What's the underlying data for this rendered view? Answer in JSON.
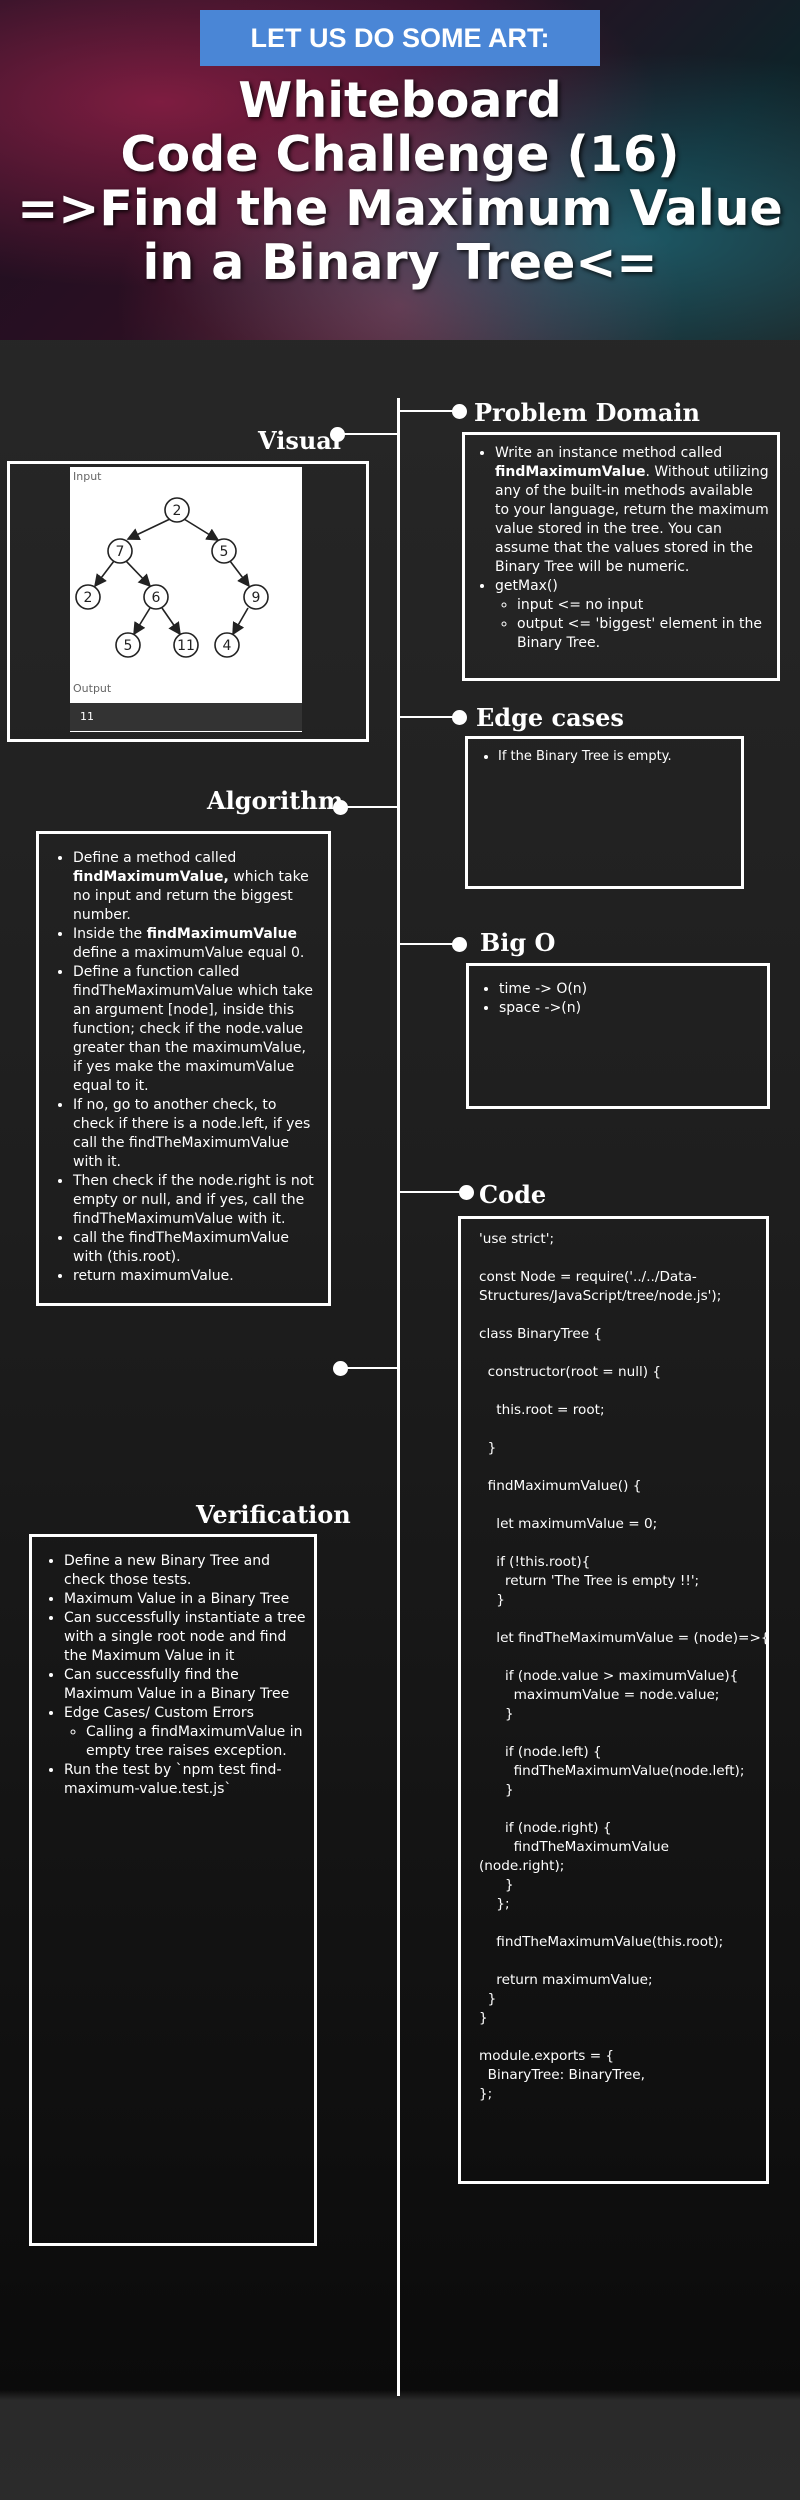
{
  "banner": "LET US DO SOME ART:",
  "title_lines": [
    "Whiteboard",
    "Code Challenge (16)",
    "=>Find the Maximum Value",
    "in a Binary Tree<="
  ],
  "sections": {
    "visual": "Visual",
    "problem_domain": "Problem Domain",
    "edge_cases": "Edge cases",
    "algorithm": "Algorithm",
    "big_o": "Big O",
    "code": "Code",
    "verification": "Verification"
  },
  "visual": {
    "input_label": "Input",
    "output_label": "Output",
    "output_value": "11",
    "nodes": [
      "2",
      "7",
      "5",
      "2",
      "6",
      "9",
      "5",
      "11",
      "4"
    ]
  },
  "problem_domain": {
    "item1_pre": "Write an instance method called ",
    "item1_bold": "findMaximumValue",
    "item1_post": ". Without utilizing any of the built-in methods available to your language, return the maximum value stored in the tree. You can assume that the values stored in the Binary Tree will be numeric.",
    "item2": "getMax()",
    "sub1": "input <= no input",
    "sub2": "output <= 'biggest' element in the Binary Tree."
  },
  "edge_cases": {
    "item1": "If the Binary Tree is empty."
  },
  "algorithm": {
    "a1_pre": "Define a method called ",
    "a1_bold": "findMaximumValue,",
    "a1_post": " which take no input and return the biggest number.",
    "a2_pre": "Inside the ",
    "a2_bold": "findMaximumValue",
    "a2_post": " define a maximumValue equal 0.",
    "a3": "Define a function called findTheMaximumValue which take an argument [node], inside this function; check if the node.value greater than the maximumValue, if yes make the maximumValue equal to it.",
    "a4": "If no, go to another check, to check if there is a node.left, if yes call the findTheMaximumValue with it.",
    "a5": "Then check if the node.right is not empty or null, and if yes, call the findTheMaximumValue with it.",
    "a6": "call the findTheMaximumValue with (this.root).",
    "a7": "return  maximumValue."
  },
  "big_o": {
    "time": "time -> O(n)",
    "space": "space ->(n)"
  },
  "code_text": "'use strict';\n\nconst Node = require('../../Data-Structures/JavaScript/tree/node.js');\n\nclass BinaryTree {\n\n  constructor(root = null) {\n\n    this.root = root;\n\n  }\n\n  findMaximumValue() {\n\n    let maximumValue = 0;\n\n    if (!this.root){\n      return 'The Tree is empty !!';\n    }\n\n    let findTheMaximumValue = (node)=>{\n\n      if (node.value > maximumValue){\n        maximumValue = node.value;\n      }\n\n      if (node.left) {\n        findTheMaximumValue(node.left);\n      }\n\n      if (node.right) {\n        findTheMaximumValue\n(node.right);\n      }\n    };\n\n    findTheMaximumValue(this.root);\n\n    return maximumValue;\n  }\n}\n\nmodule.exports = {\n  BinaryTree: BinaryTree,\n};",
  "verification": {
    "v1": "Define a new Binary Tree and check those tests.",
    "v2": "Maximum Value in a Binary Tree",
    "v3": " Can successfully instantiate a tree with a single root node and find the Maximum Value in it",
    "v4": "Can successfully find the Maximum Value in a Binary Tree",
    "v5": "Edge Cases/ Custom Errors",
    "v5_sub": "Calling a findMaximumValue in empty tree raises exception.",
    "v6": "Run the test by `npm test find-maximum-value.test.js`"
  }
}
